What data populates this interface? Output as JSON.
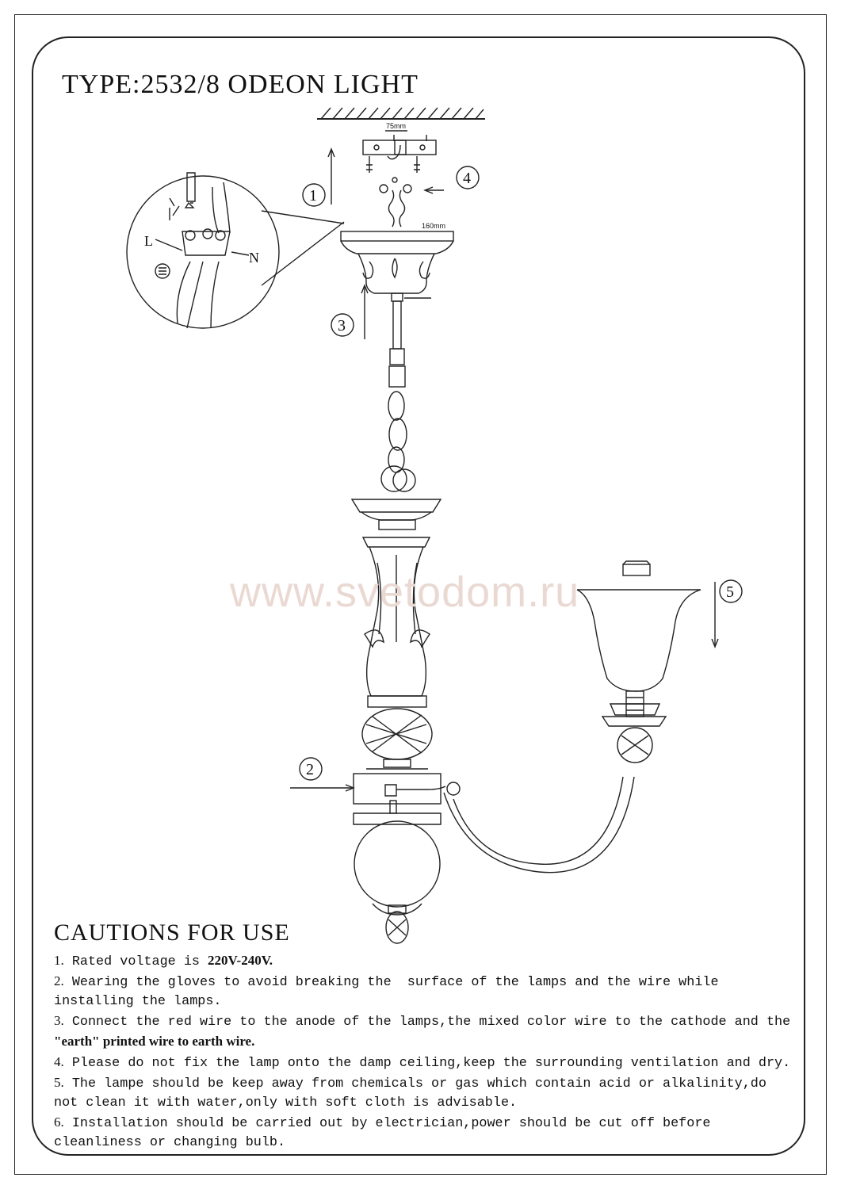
{
  "title": "TYPE:2532/8 ODEON LIGHT",
  "watermark": "www.svetodom.ru",
  "callouts": [
    "1",
    "2",
    "3",
    "4",
    "5"
  ],
  "dimensions": {
    "bracket": "75mm",
    "canopy": "160mm"
  },
  "wire_labels": {
    "live": "L",
    "neutral": "N"
  },
  "cautions": {
    "heading": "CAUTIONS FOR USE",
    "items": [
      {
        "num": "1.",
        "lines": [
          "Rated voltage is ",
          "220V-240V."
        ]
      },
      {
        "num": "2.",
        "lines": [
          "Wearing the gloves to avoid breaking the  surface of the lamps and the wire while",
          "installing the lamps."
        ]
      },
      {
        "num": "3.",
        "lines": [
          "Connect the red wire to the anode of the lamps,the mixed color wire to the cathode and the",
          "\"earth\" printed wire to earth wire."
        ]
      },
      {
        "num": "4.",
        "lines": [
          "Please do not fix the lamp onto the damp ceiling,keep the surrounding ventilation and dry."
        ]
      },
      {
        "num": "5.",
        "lines": [
          "The lampe should be keep away from chemicals or gas which contain acid or alkalinity,do",
          "not clean it with water,only with soft cloth is advisable."
        ]
      },
      {
        "num": "6.",
        "lines": [
          "Installation should be carried out by electrician,power should be cut off before",
          "cleanliness or changing bulb."
        ]
      }
    ]
  }
}
